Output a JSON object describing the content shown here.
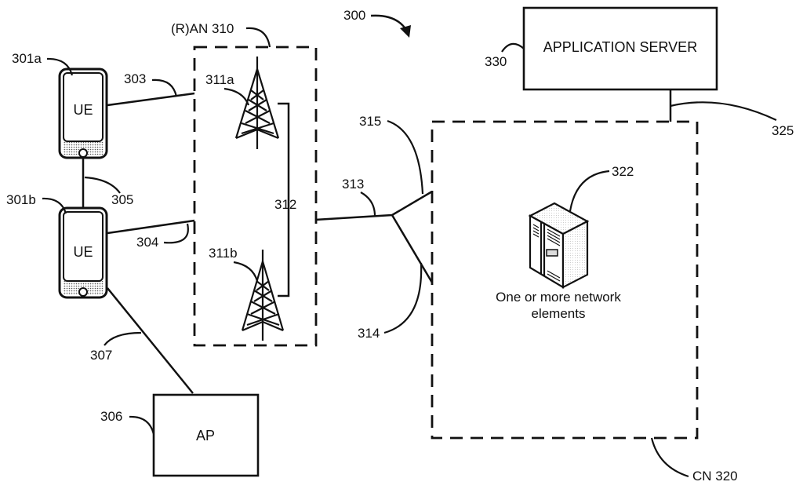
{
  "figure": {
    "ref": "300",
    "nodes": {
      "ue_a": {
        "ref": "301a",
        "label": "UE"
      },
      "ue_b": {
        "ref": "301b",
        "label": "UE"
      },
      "ap": {
        "ref": "306",
        "label": "AP"
      },
      "ran": {
        "label": "(R)AN 310"
      },
      "tower_a": {
        "ref": "311a"
      },
      "tower_b": {
        "ref": "311b"
      },
      "cn": {
        "label": "CN 320"
      },
      "network_elements": {
        "ref": "322",
        "line1": "One or more network",
        "line2": "elements"
      },
      "app_server": {
        "ref": "330",
        "label": "APPLICATION SERVER"
      }
    },
    "links": {
      "ue_a_ran": "303",
      "ue_b_ran": "304",
      "ue_a_ue_b": "305",
      "ue_b_ap": "307",
      "tower_link": "312",
      "ran_cn": "313",
      "cn_link_lower": "314",
      "cn_link_upper": "315",
      "cn_app_server": "325"
    }
  }
}
